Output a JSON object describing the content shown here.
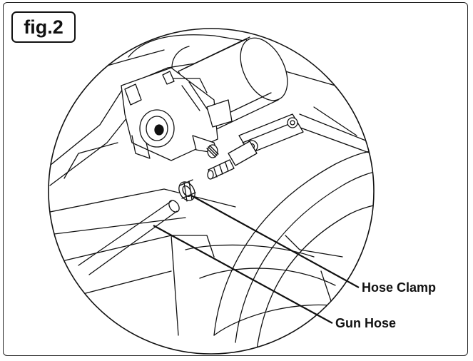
{
  "figure": {
    "label": "fig.2"
  },
  "callouts": {
    "hose_clamp": "Hose Clamp",
    "gun_hose": "Gun Hose"
  },
  "colors": {
    "line": "#111111",
    "background": "#ffffff"
  }
}
